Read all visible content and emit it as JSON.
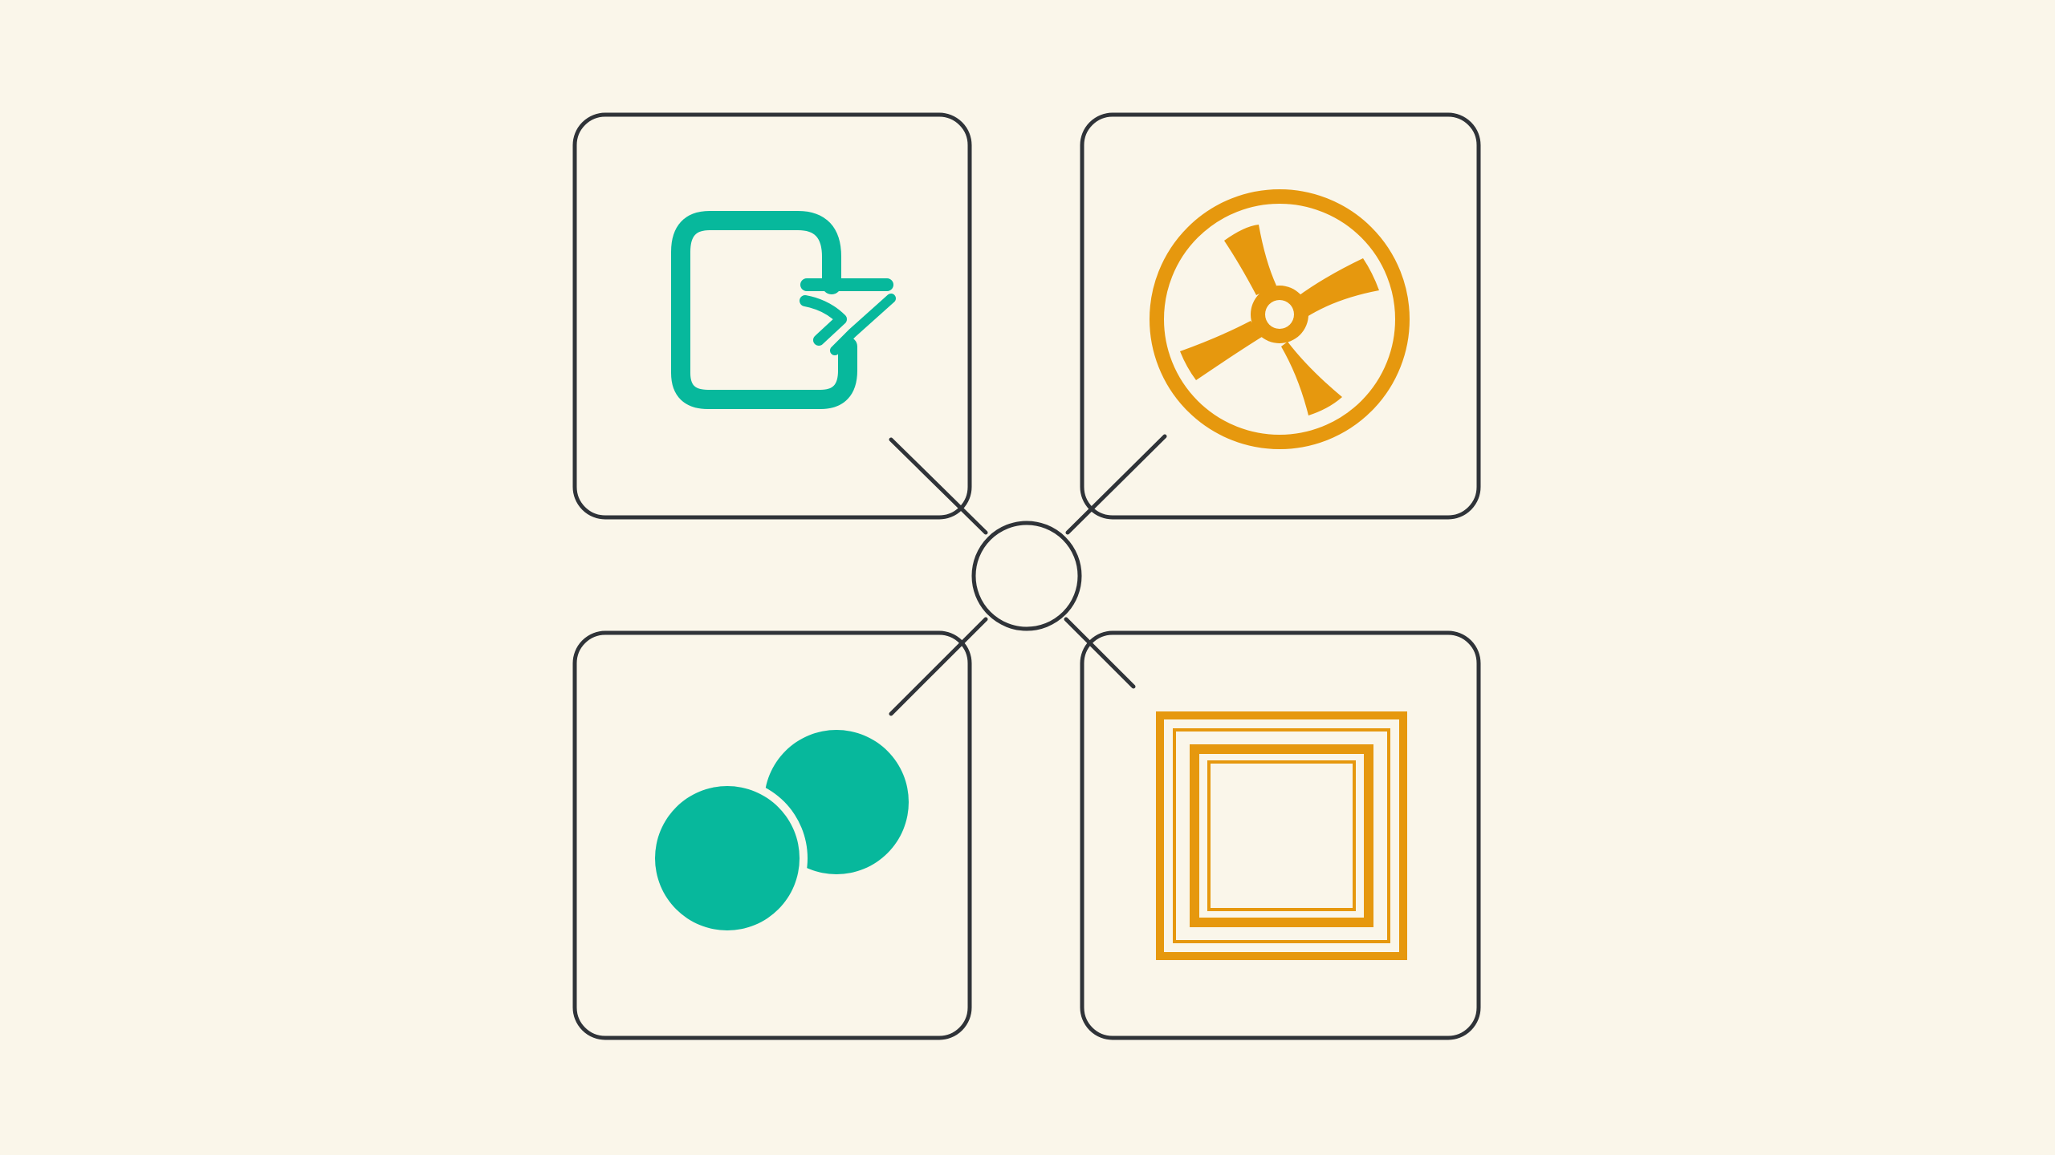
{
  "colors": {
    "background": "#faf6ea",
    "outline": "#2f3338",
    "teal": "#07b89c",
    "orange": "#e6980e"
  },
  "hub": {
    "icon": "hub-circle-icon"
  },
  "tiles": [
    {
      "id": "top-left",
      "icon": "rotate-arrow-icon",
      "color": "teal"
    },
    {
      "id": "top-right",
      "icon": "fan-icon",
      "color": "orange"
    },
    {
      "id": "bottom-left",
      "icon": "overlapping-circles-icon",
      "color": "teal"
    },
    {
      "id": "bottom-right",
      "icon": "nested-squares-icon",
      "color": "orange"
    }
  ]
}
